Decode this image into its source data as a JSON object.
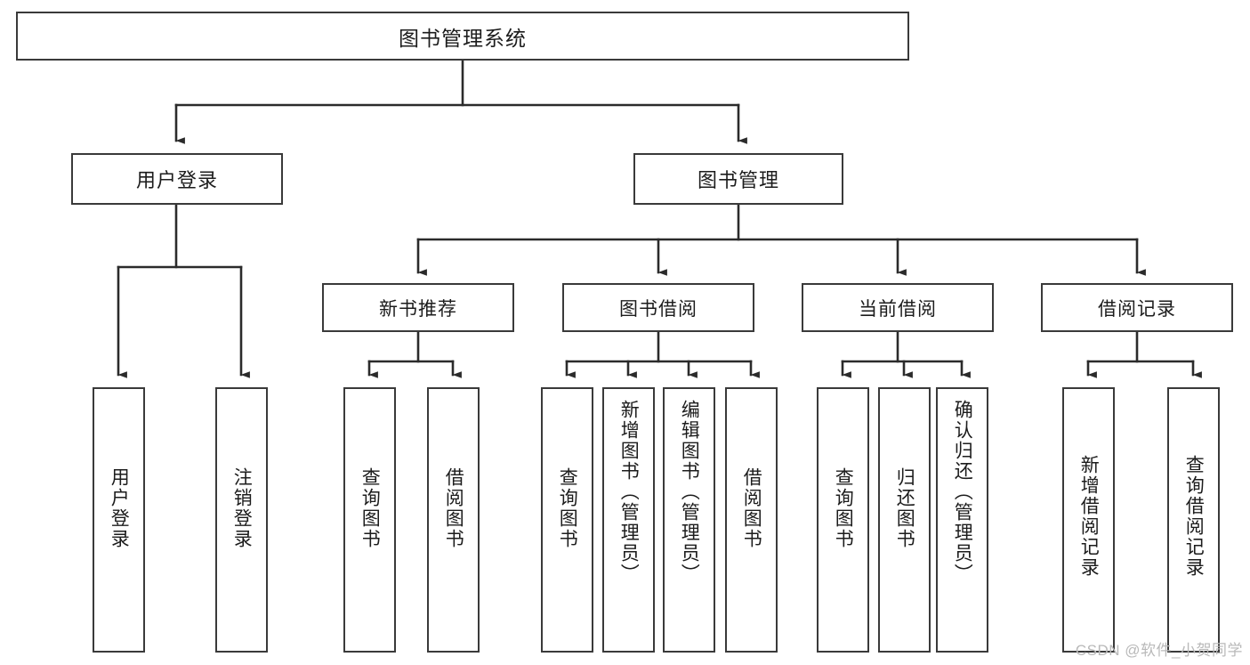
{
  "diagram": {
    "title": "图书管理系统",
    "type": "tree-functional-structure",
    "root": {
      "label": "图书管理系统"
    },
    "level1": [
      {
        "label": "用户登录"
      },
      {
        "label": "图书管理"
      }
    ],
    "level2": [
      {
        "label": "新书推荐"
      },
      {
        "label": "图书借阅"
      },
      {
        "label": "当前借阅"
      },
      {
        "label": "借阅记录"
      }
    ],
    "leaves": {
      "user_login": [
        {
          "label": "用户登录"
        },
        {
          "label": "注销登录"
        }
      ],
      "new_book_recommend": [
        {
          "label": "查询图书"
        },
        {
          "label": "借阅图书"
        }
      ],
      "book_borrow": [
        {
          "label": "查询图书"
        },
        {
          "label": "新增图书（管理员）"
        },
        {
          "label": "编辑图书（管理员）"
        },
        {
          "label": "借阅图书"
        }
      ],
      "current_borrow": [
        {
          "label": "查询图书"
        },
        {
          "label": "归还图书"
        },
        {
          "label": "确认归还（管理员）"
        }
      ],
      "borrow_record": [
        {
          "label": "新增借阅记录"
        },
        {
          "label": "查询借阅记录"
        }
      ]
    }
  },
  "watermark": {
    "text": "CSDN @软件_小贺同学"
  },
  "colors": {
    "box_border": "#3a3a3a",
    "line": "#2b2b2b",
    "text": "#1c1c1c",
    "background": "#ffffff",
    "watermark": "#b9b9b9"
  }
}
